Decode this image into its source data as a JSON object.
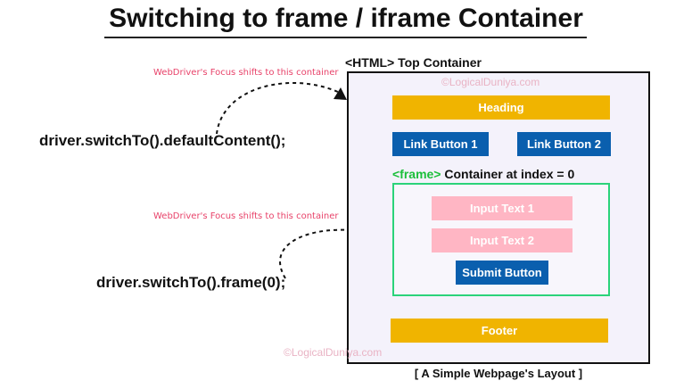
{
  "title": "Switching to frame / iframe Container",
  "code": {
    "default_content": "driver.switchTo().defaultContent();",
    "frame": "driver.switchTo().frame(0);"
  },
  "notes": {
    "focus_top": "WebDriver's Focus shifts to this container",
    "focus_frame": "WebDriver's Focus shifts to this container"
  },
  "watermark": "©LogicalDuniya.com",
  "layout_diagram": {
    "top_label": "<HTML> Top Container",
    "heading": "Heading",
    "link_button_1": "Link Button 1",
    "link_button_2": "Link Button 2",
    "frame_tag": "<frame>",
    "frame_label_rest": " Container at index = 0",
    "input_text_1": "Input Text 1",
    "input_text_2": "Input Text 2",
    "submit_button": "Submit Button",
    "footer": "Footer",
    "caption": "[ A Simple Webpage's Layout ]"
  },
  "colors": {
    "gold": "#f0b400",
    "blue": "#0a5fae",
    "pink": "#ffb6c4",
    "frame_border": "#2bd37a",
    "frame_tag": "#1bbf3a",
    "note": "#e8436a"
  }
}
